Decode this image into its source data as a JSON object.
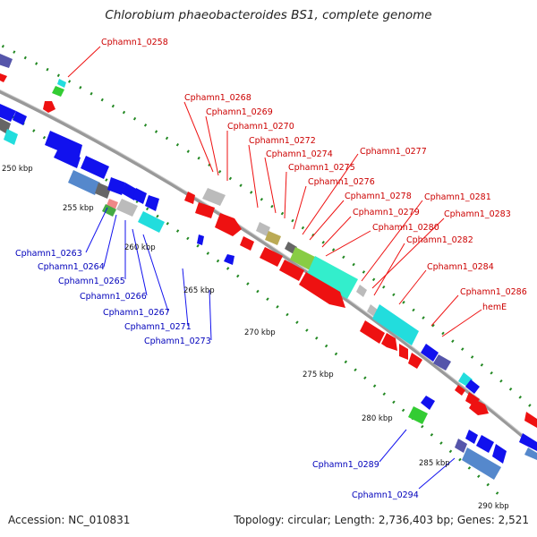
{
  "title": "Chlorobium phaeobacteroides BS1, complete genome",
  "footer": {
    "accession": "Accession: NC_010831",
    "topology": "Topology: circular; Length: 2,736,403 bp; Genes: 2,521"
  },
  "colors": {
    "forward": "#ee1111",
    "reverse": "#1111ee",
    "backbone": "#999999",
    "ticks": "#228822",
    "cyan": "#22dddd",
    "green": "#33dd33",
    "grey": "#bbbbbb",
    "darkgrey": "#666666",
    "purple": "#5555aa",
    "steelblue": "#5588cc",
    "olive": "#bbaa55",
    "aqua": "#33eecc",
    "pink": "#ee8888",
    "lime": "#88cc44"
  },
  "scale": [
    "250 kbp",
    "255 kbp",
    "260 kbp",
    "265 kbp",
    "270 kbp",
    "275 kbp",
    "280 kbp",
    "285 kbp",
    "290 kbp"
  ],
  "labels_top": [
    "Cphamn1_0258",
    "Cphamn1_0268",
    "Cphamn1_0269",
    "Cphamn1_0270",
    "Cphamn1_0272",
    "Cphamn1_0274",
    "Cphamn1_0275",
    "Cphamn1_0276",
    "Cphamn1_0277",
    "Cphamn1_0278",
    "Cphamn1_0279",
    "Cphamn1_0280",
    "Cphamn1_0281",
    "Cphamn1_0282",
    "Cphamn1_0283",
    "Cphamn1_0284",
    "Cphamn1_0286",
    "hemE"
  ],
  "labels_bottom": [
    "Cphamn1_0263",
    "Cphamn1_0264",
    "Cphamn1_0265",
    "Cphamn1_0266",
    "Cphamn1_0267",
    "Cphamn1_0271",
    "Cphamn1_0273",
    "Cphamn1_0289",
    "Cphamn1_0294"
  ]
}
